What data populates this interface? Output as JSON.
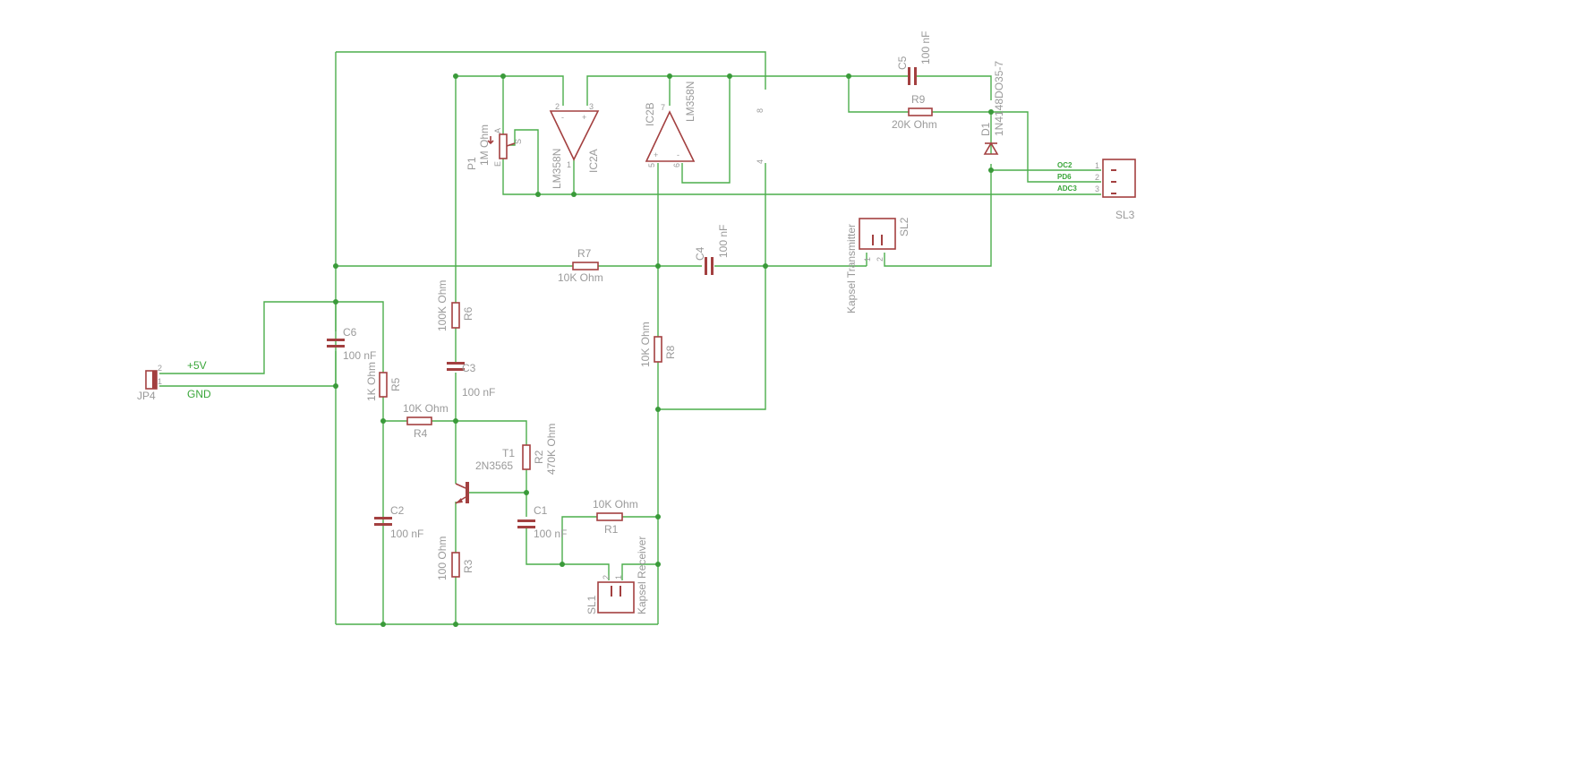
{
  "labels": {
    "p1_name": "P1",
    "p1_value": "1M Ohm",
    "p1_pin_a": "A",
    "p1_pin_e": "E",
    "p1_pin_s": "S",
    "ic2a_name": "IC2A",
    "ic2a_type": "LM358N",
    "ic2b_name": "IC2B",
    "ic2b_type": "LM358N",
    "c5_name": "C5",
    "c5_value": "100 nF",
    "r9_name": "R9",
    "r9_value": "20K Ohm",
    "d1_name": "D1",
    "d1_value": "1N4148DO35-7",
    "sl3_name": "SL3",
    "oc2": "OC2",
    "pd6": "PD6",
    "adc3": "ADC3",
    "sl2_name": "SL2",
    "sl2_value": "Kapsel Transmitter",
    "r7_name": "R7",
    "r7_value": "10K Ohm",
    "c4_name": "C4",
    "c4_value": "100 nF",
    "c6_name": "C6",
    "c6_value": "100 nF",
    "r6_name": "R6",
    "r6_value": "100K Ohm",
    "r8_name": "R8",
    "r8_value": "10K Ohm",
    "r5_name": "R5",
    "r5_value": "1K Ohm",
    "c3_name": "C3",
    "c3_value": "100 nF",
    "jp4_name": "JP4",
    "vcc": "+5V",
    "gnd": "GND",
    "r4_name": "R4",
    "r4_value": "10K Ohm",
    "t1_name": "T1",
    "t1_type": "2N3565",
    "r2_name": "R2",
    "r2_value": "470K Ohm",
    "c2_name": "C2",
    "c2_value": "100 nF",
    "c1_name": "C1",
    "c1_value": "100 nF",
    "r1_name": "R1",
    "r1_value": "10K Ohm",
    "r3_name": "R3",
    "r3_value": "100 Ohm",
    "sl1_name": "SL1",
    "sl1_value": "Kapsel Receiver",
    "pins": {
      "one": "1",
      "two": "2",
      "three": "3",
      "four": "4",
      "five": "5",
      "six": "6",
      "seven": "7",
      "eight": "8",
      "minus": "-",
      "plus": "+"
    }
  },
  "colors": {
    "wire": "#4cae4c",
    "part": "#a34040",
    "text": "#9a9a9a",
    "net_label": "#3aa63a"
  }
}
